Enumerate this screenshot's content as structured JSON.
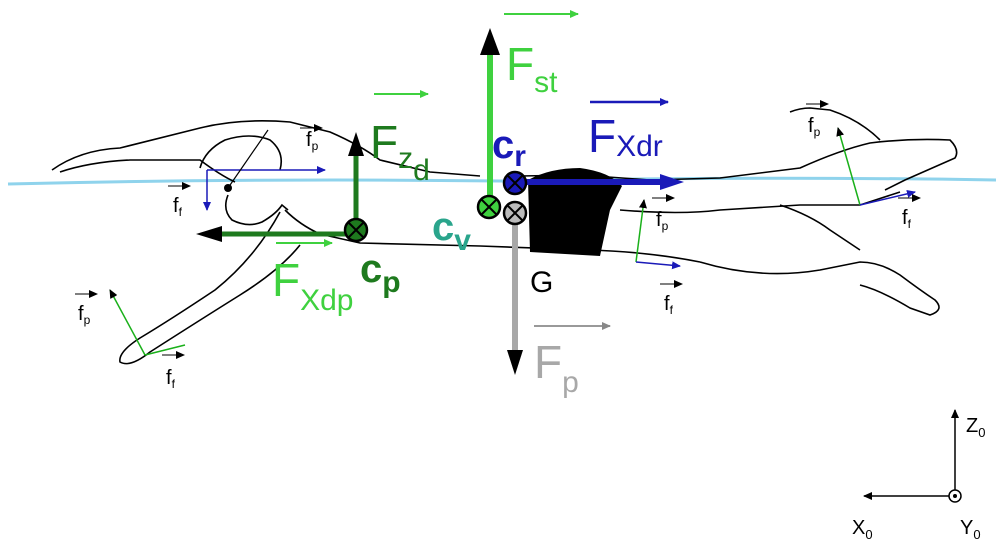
{
  "colors": {
    "water": "#8fd3ec",
    "buoyancy_green": "#3fd13f",
    "propulsion_green": "#1e7a1e",
    "drag_blue": "#1a1ab8",
    "weight_gray": "#9a9a9a",
    "center_v_teal": "#2aa58c",
    "body_outline": "#000000",
    "hand_force": "#1ab01a"
  },
  "labels": {
    "F_st": {
      "main": "F",
      "sub": "st"
    },
    "F_zd": {
      "main": "F",
      "sub": "z",
      "subsub": "d"
    },
    "F_xdr": {
      "main": "F",
      "sub": "Xdr"
    },
    "F_xdp": {
      "main": "F",
      "sub": "Xdp"
    },
    "F_p": {
      "main": "F",
      "sub": "p"
    },
    "C_r": {
      "main": "c",
      "sub": "r"
    },
    "C_v": {
      "main": "c",
      "sub": "v"
    },
    "C_p": {
      "main": "c",
      "sub": "p"
    },
    "G": "G",
    "f_p": {
      "main": "f",
      "sub": "p"
    },
    "f_f": {
      "main": "f",
      "sub": "f"
    }
  },
  "axes": {
    "Z": {
      "main": "Z",
      "sub": "0"
    },
    "X": {
      "main": "X",
      "sub": "0"
    },
    "Y": {
      "main": "Y",
      "sub": "0"
    }
  }
}
